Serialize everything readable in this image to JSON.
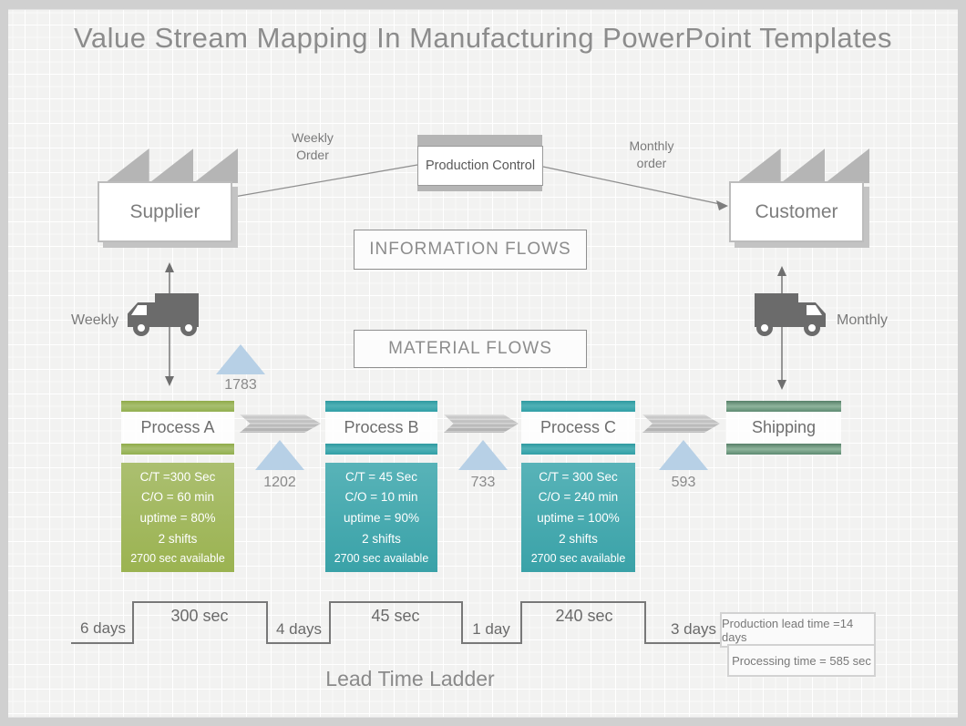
{
  "title": "Value Stream Mapping In Manufacturing PowerPoint Templates",
  "entities": {
    "supplier": "Supplier",
    "customer": "Customer",
    "production_control": "Production Control",
    "weekly_order": "Weekly Order",
    "monthly_order": "Monthly order"
  },
  "flow_labels": {
    "information": "INFORMATION FLOWS",
    "material": "MATERIAL FLOWS"
  },
  "shipping_frequency": {
    "left": "Weekly",
    "right": "Monthly"
  },
  "inventory_triangles": [
    "1783",
    "1202",
    "733",
    "593"
  ],
  "processes": [
    {
      "name": "Process A",
      "data": [
        "C/T =300 Sec",
        "C/O = 60 min",
        "uptime = 80%",
        "2 shifts",
        "2700 sec available"
      ]
    },
    {
      "name": "Process B",
      "data": [
        "C/T = 45 Sec",
        "C/O = 10 min",
        "uptime = 90%",
        "2 shifts",
        "2700 sec available"
      ]
    },
    {
      "name": "Process C",
      "data": [
        "C/T = 300 Sec",
        "C/O = 240 min",
        "uptime = 100%",
        "2 shifts",
        "2700 sec available"
      ]
    },
    {
      "name": "Shipping",
      "data": []
    }
  ],
  "ladder": {
    "title": "Lead Time Ladder",
    "segments": [
      {
        "label": "6 days",
        "level": "low"
      },
      {
        "label": "300 sec",
        "level": "high"
      },
      {
        "label": "4 days",
        "level": "low"
      },
      {
        "label": "45 sec",
        "level": "high"
      },
      {
        "label": "1 day",
        "level": "low"
      },
      {
        "label": "240 sec",
        "level": "high"
      },
      {
        "label": "3 days",
        "level": "low"
      }
    ],
    "production_lead_time": "Production lead time =14 days",
    "processing_time": "Processing time = 585 sec"
  },
  "colors": {
    "process_green": "#9db654",
    "process_teal": "#3aa6ac",
    "shipping_sage": "#6f9e83",
    "inventory_blue": "#b7d0e6",
    "shape_gray": "#b5b5b5",
    "truck_gray": "#6b6b6b",
    "text_gray": "#8a8a8a"
  }
}
